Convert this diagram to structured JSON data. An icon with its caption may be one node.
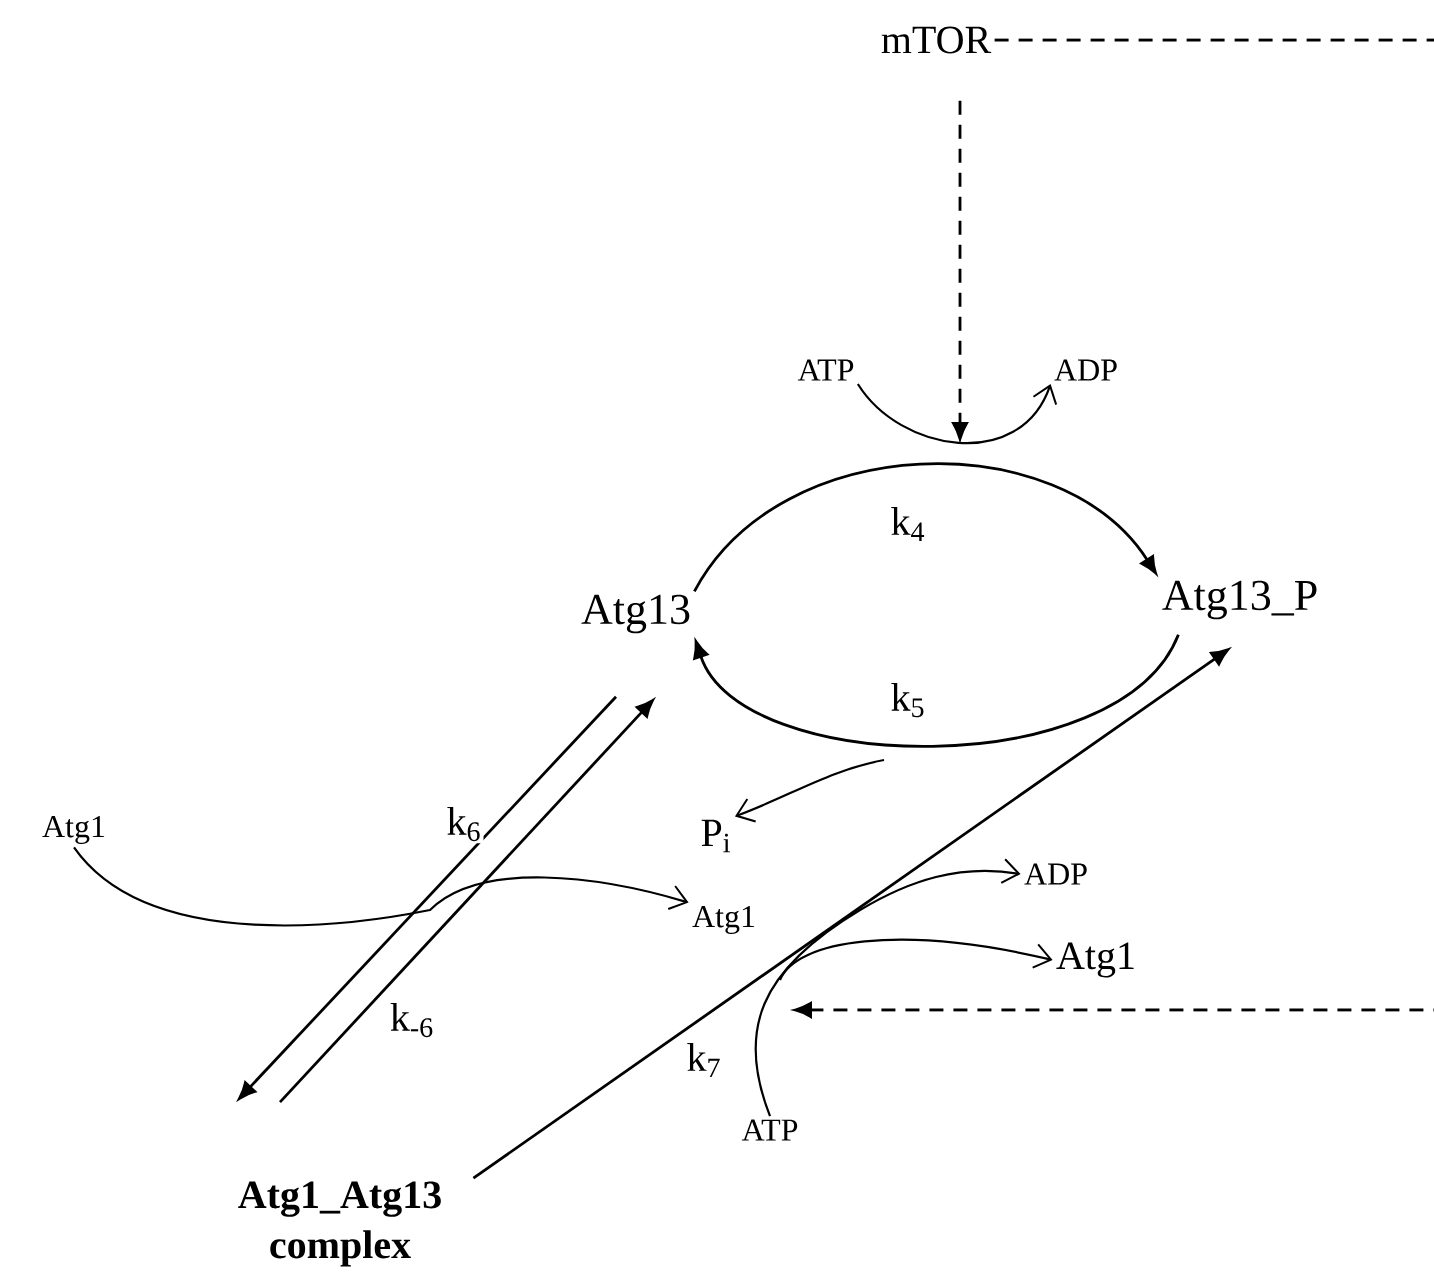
{
  "diagram": {
    "nodes": [
      {
        "text": [
          "mTOR"
        ]
      },
      {
        "text": [
          "Atg13"
        ]
      },
      {
        "text": [
          "Atg13_P"
        ]
      },
      {
        "text": [
          "ATP"
        ]
      },
      {
        "text": [
          "ADP"
        ]
      },
      {
        "text": [
          "P$_{i}$"
        ]
      },
      {
        "text": [
          "Atg1"
        ]
      },
      {
        "text": [
          "Atg1"
        ]
      },
      {
        "text": [
          "ADP"
        ]
      },
      {
        "text": [
          "Atg1"
        ]
      },
      {
        "text": [
          "ATP"
        ]
      },
      {
        "text": [
          "Atg1_Atg13 complex"
        ]
      }
    ],
    "edges": [
      {
        "from": 0,
        "to": null,
        "arrow": "to",
        "style": "dashed"
      },
      {
        "from": 0,
        "to": null,
        "arrow": "to",
        "style": "dashed"
      },
      {
        "from": 1,
        "to": 2,
        "arrow": "to",
        "label": "k$_{4}$"
      },
      {
        "from": 2,
        "to": 1,
        "arrow": "to",
        "label": "k$_{5}$"
      },
      {
        "from": 3,
        "to": 4,
        "arrow": "to"
      },
      {
        "from": null,
        "to": 5,
        "arrow": "to"
      },
      {
        "from": 1,
        "to": 11,
        "arrow": "to",
        "label": "k$_{6}$"
      },
      {
        "from": 11,
        "to": 1,
        "arrow": "to",
        "label": "k$_{-6}$"
      },
      {
        "from": 6,
        "to": 7,
        "arrow": "to"
      },
      {
        "from": 11,
        "to": 2,
        "arrow": "to",
        "label": "k$_{7}$"
      },
      {
        "from": 10,
        "to": 8,
        "arrow": "to"
      },
      {
        "from": null,
        "to": 9,
        "arrow": "to"
      }
    ]
  }
}
